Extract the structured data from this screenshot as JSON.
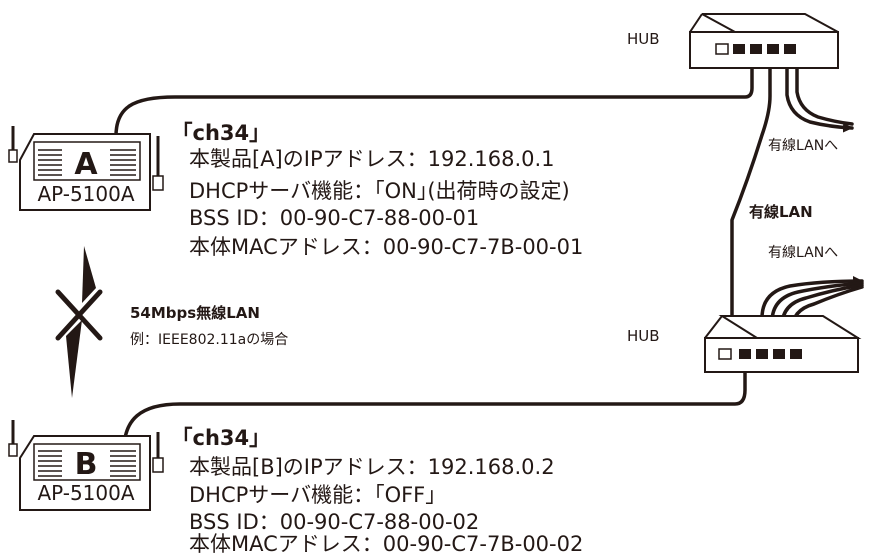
{
  "hub_label": "HUB",
  "wired_lan_to": "有線LANへ",
  "wired_lan": "有線LAN",
  "wireless": {
    "title": "54Mbps無線LAN",
    "example": "例：IEEE802.11aの場合"
  },
  "ap_a": {
    "letter": "A",
    "model": "AP-5100A",
    "channel": "｢ch34｣",
    "lines": [
      "本製品[A]のIPアドレス：192.168.0.1",
      "DHCPサーバ機能：｢ON｣(出荷時の設定)",
      "BSS ID：00-90-C7-88-00-01",
      "本体MACアドレス：00-90-C7-7B-00-01"
    ]
  },
  "ap_b": {
    "letter": "B",
    "model": "AP-5100A",
    "channel": "｢ch34｣",
    "lines": [
      "本製品[B]のIPアドレス：192.168.0.2",
      "DHCPサーバ機能：｢OFF｣",
      "BSS ID：00-90-C7-88-00-02",
      "本体MACアドレス：00-90-C7-7B-00-02"
    ]
  },
  "colors": {
    "ink": "#231815",
    "background": "#ffffff"
  }
}
